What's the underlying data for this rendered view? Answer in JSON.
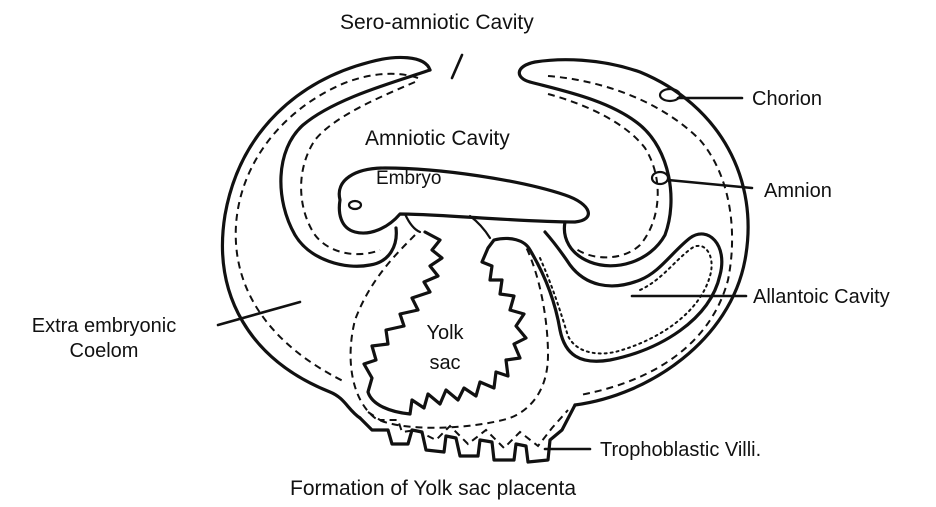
{
  "caption": "Formation of Yolk sac placenta",
  "labels": {
    "sero_amniotic_cavity": "Sero-amniotic Cavity",
    "amniotic_cavity": "Amniotic Cavity",
    "embryo": "Embryo",
    "chorion": "Chorion",
    "amnion": "Amnion",
    "allantoic_cavity": "Allantoic Cavity",
    "extra_embryonic_line1": "Extra embryonic",
    "extra_embryonic_line2": "Coelom",
    "yolk_line1": "Yolk",
    "yolk_line2": "sac",
    "trophoblastic_villi": "Trophoblastic Villi."
  }
}
